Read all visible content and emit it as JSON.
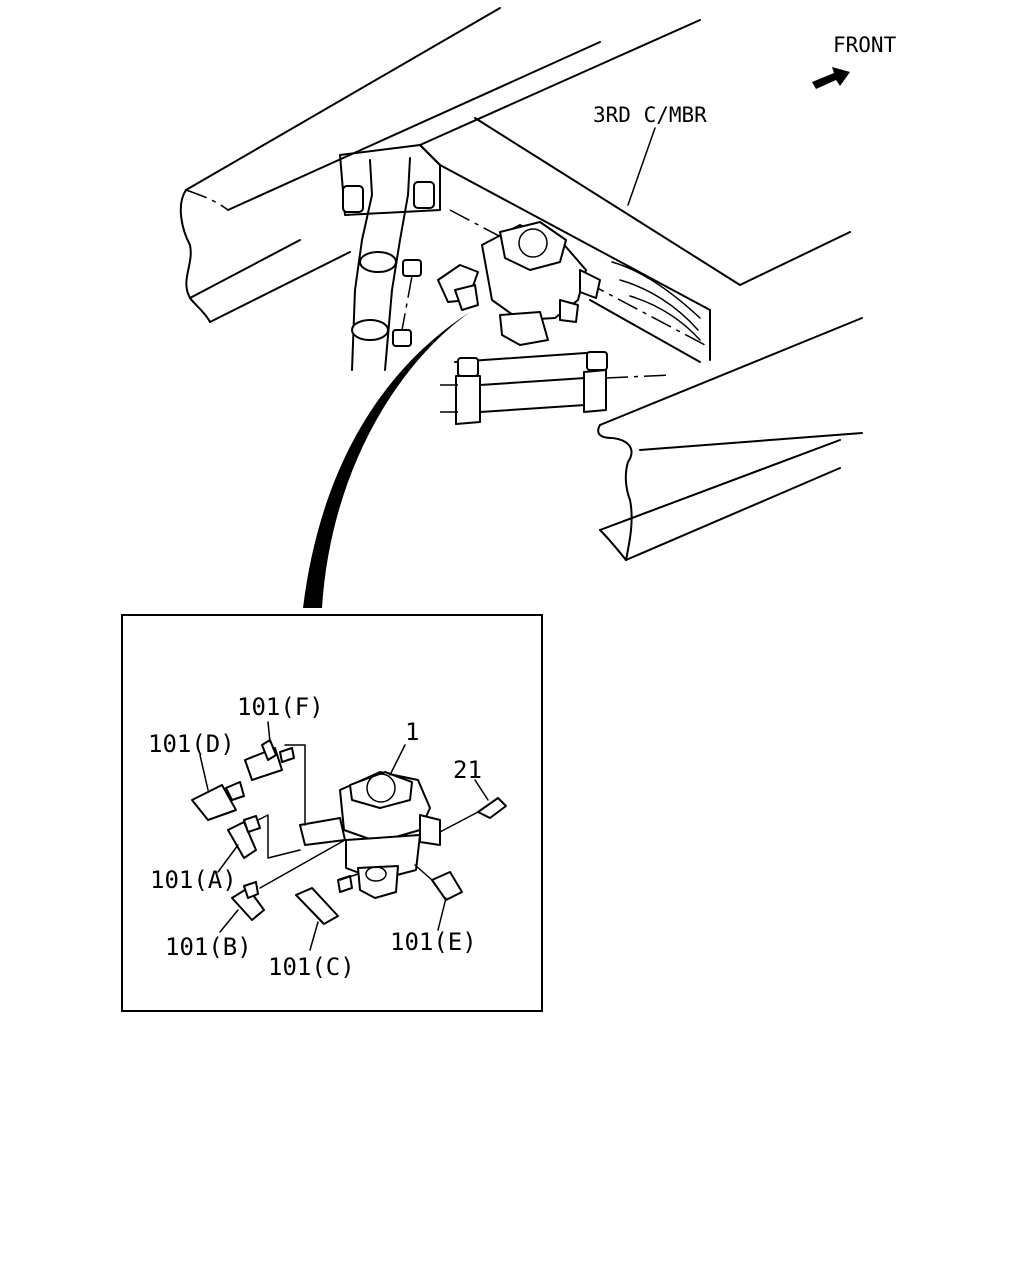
{
  "orientation": {
    "label": "FRONT",
    "arrow_icon": "arrow-front-icon"
  },
  "frame": {
    "crossmember_label": "3RD C/MBR"
  },
  "detail": {
    "main_part": "1",
    "bolt": "21",
    "fittings": [
      "101(F)",
      "101(D)",
      "101(A)",
      "101(B)",
      "101(C)",
      "101(E)"
    ]
  }
}
